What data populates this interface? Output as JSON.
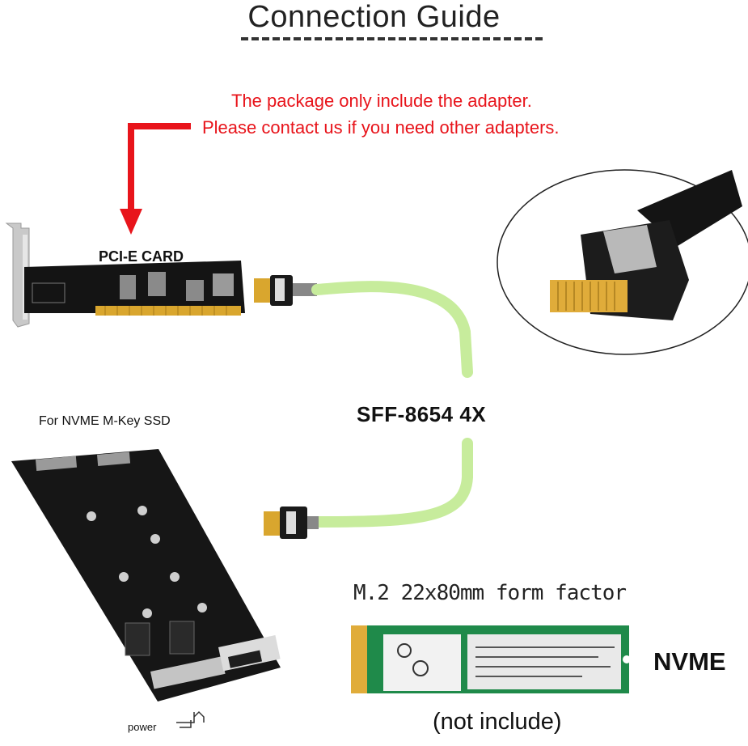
{
  "title": "Connection Guide",
  "notes": {
    "line1": "The package only include the adapter.",
    "line2": "Please contact us if you need other adapters."
  },
  "labels": {
    "pcie_card": "PCI-E CARD",
    "ssd_for": "For NVME M-Key SSD",
    "cable": "SFF-8654 4X",
    "form_factor": "M.2 22x80mm form factor",
    "nvme": "NVME",
    "not_include": "(not include)",
    "power": "power"
  },
  "colors": {
    "accent_red": "#e8141b",
    "pcb_black": "#141414",
    "gold": "#d9a62e",
    "cable_green": "#c7ec9c",
    "ssd_green": "#1f8a4a"
  }
}
